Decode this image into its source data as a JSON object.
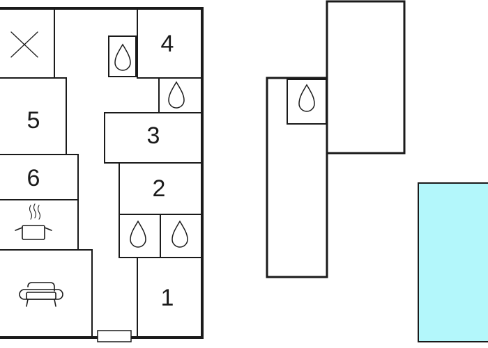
{
  "rooms": {
    "r1": "1",
    "r2": "2",
    "r3": "3",
    "r4": "4",
    "r5": "5",
    "r6": "6"
  },
  "colors": {
    "water": "#b3f4f8",
    "pool": "#b3f7fb",
    "line": "#1a1a1a"
  },
  "icons": {
    "cross": "cross-icon",
    "drop": "water-drop-icon",
    "kitchen": "cooking-pot-icon",
    "living": "sofa-icon"
  }
}
